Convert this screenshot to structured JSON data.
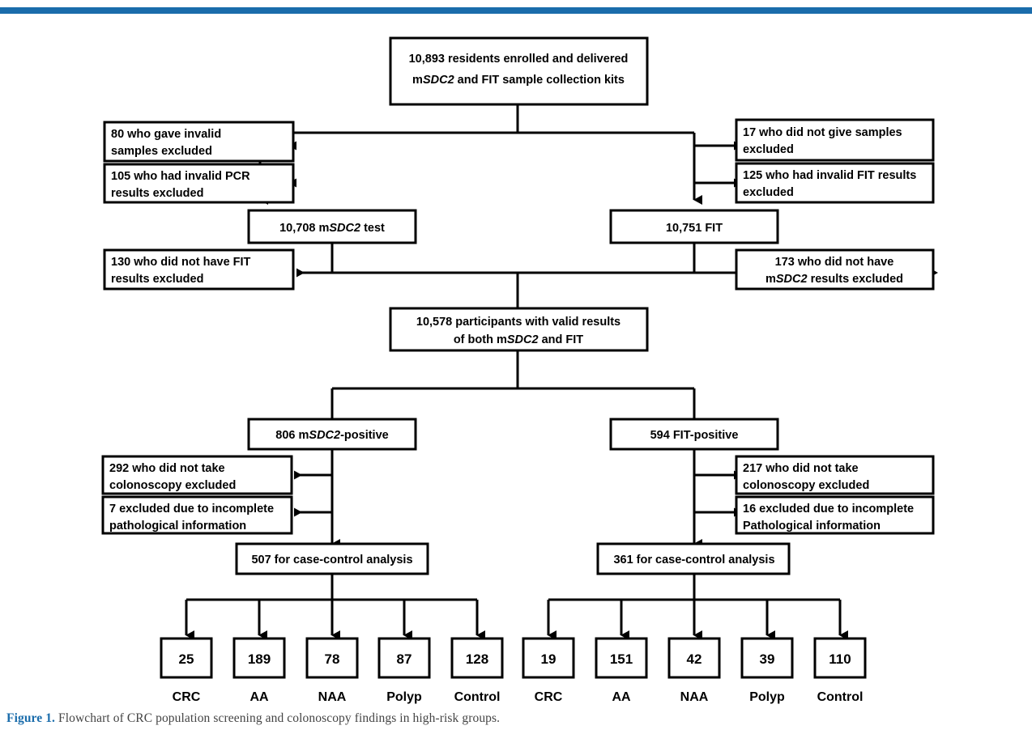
{
  "header": {
    "bar_color": "#1a6cab"
  },
  "caption": {
    "label": "Figure 1.",
    "text": " Flowchart of CRC population screening and colonoscopy findings in high-risk groups."
  },
  "chart_data": {
    "type": "diagram",
    "title": "Flowchart of CRC population screening and colonoscopy findings in high-risk groups",
    "nodes": {
      "enrolled": {
        "line1": "10,893 residents enrolled and delivered",
        "line2_a": "m",
        "line2_i": "SDC2",
        "line2_b": " and FIT sample collection kits"
      },
      "excl_invalid_samples": {
        "line1": "80 who gave invalid",
        "line2": "samples excluded"
      },
      "excl_invalid_pcr": {
        "line1": "105 who had invalid PCR",
        "line2": "results excluded"
      },
      "excl_no_samples": {
        "line1": "17 who did not give samples",
        "line2": "excluded"
      },
      "excl_invalid_fit": {
        "line1": "125 who had invalid FIT results",
        "line2": "excluded"
      },
      "msdc2_test": {
        "pre": "10,708 m",
        "ital": "SDC2",
        "post": " test"
      },
      "fit_test": {
        "text": "10,751 FIT"
      },
      "excl_no_fit_results": {
        "line1": "130 who did not have FIT",
        "line2": "results excluded"
      },
      "excl_no_msdc2_results": {
        "line1": "173 who did not have",
        "line2_a": "m",
        "line2_i": "SDC2",
        "line2_b": " results excluded"
      },
      "valid_both": {
        "line1": "10,578 participants with valid results",
        "line2_a": "of both m",
        "line2_i": "SDC2",
        "line2_b": " and FIT"
      },
      "msdc2_positive": {
        "pre": "806 m",
        "ital": "SDC2",
        "post": "-positive"
      },
      "fit_positive": {
        "text": "594 FIT-positive"
      },
      "excl_no_colo_left": {
        "line1": "292 who did not take",
        "line2": "colonoscopy excluded"
      },
      "excl_incomplete_left": {
        "line1": "7 excluded due to incomplete",
        "line2": "pathological information"
      },
      "excl_no_colo_right": {
        "line1": "217 who did not take",
        "line2": "colonoscopy excluded"
      },
      "excl_incomplete_right": {
        "line1": "16 excluded due to incomplete",
        "line2": "Pathological information"
      },
      "case_control_left": {
        "text": "507 for case-control analysis"
      },
      "case_control_right": {
        "text": "361 for case-control analysis"
      }
    },
    "outcomes_left": [
      {
        "value": "25",
        "label": "CRC"
      },
      {
        "value": "189",
        "label": "AA"
      },
      {
        "value": "78",
        "label": "NAA"
      },
      {
        "value": "87",
        "label": "Polyp"
      },
      {
        "value": "128",
        "label": "Control"
      }
    ],
    "outcomes_right": [
      {
        "value": "19",
        "label": "CRC"
      },
      {
        "value": "151",
        "label": "AA"
      },
      {
        "value": "42",
        "label": "NAA"
      },
      {
        "value": "39",
        "label": "Polyp"
      },
      {
        "value": "110",
        "label": "Control"
      }
    ]
  }
}
